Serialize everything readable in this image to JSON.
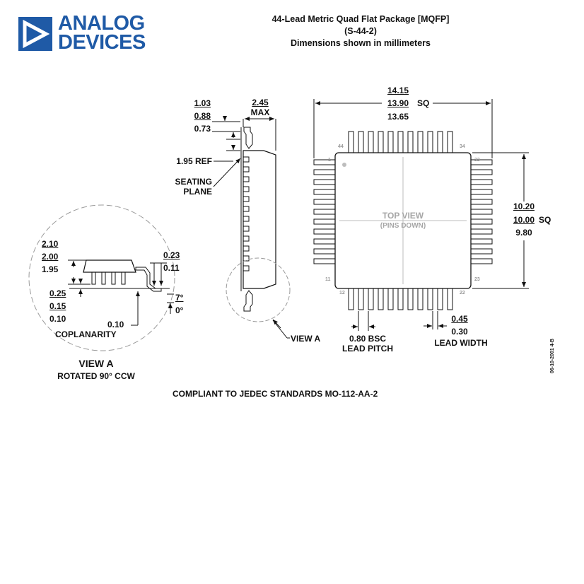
{
  "logo": {
    "line1": "ANALOG",
    "line2": "DEVICES"
  },
  "header": {
    "title": "44-Lead Metric Quad Flat Package [MQFP]",
    "code": "(S-44-2)",
    "units": "Dimensions shown in millimeters"
  },
  "side_view": {
    "dim_103": "1.03",
    "dim_088": "0.88",
    "dim_073": "0.73",
    "dim_245": "2.45",
    "dim_max": "MAX",
    "ref": "1.95 REF",
    "seating_1": "SEATING",
    "seating_2": "PLANE",
    "view_a": "VIEW A"
  },
  "top_view": {
    "dim_1415": "14.15",
    "dim_1390": "13.90",
    "dim_1365": "13.65",
    "sq": "SQ",
    "dim_1020": "10.20",
    "dim_1000": "10.00",
    "dim_980": "9.80",
    "sq2": "SQ",
    "label_1": "TOP VIEW",
    "label_2": "(PINS DOWN)",
    "pin_44": "44",
    "pin_34": "34",
    "pin_1": "1",
    "pin_33": "33",
    "pin_11": "11",
    "pin_23": "23",
    "pin_12": "12",
    "pin_22": "22",
    "pitch_1": "0.80 BSC",
    "pitch_2": "LEAD PITCH",
    "width_045": "0.45",
    "width_030": "0.30",
    "width_label": "LEAD WIDTH"
  },
  "view_a_detail": {
    "dim_210": "2.10",
    "dim_200": "2.00",
    "dim_195": "1.95",
    "dim_025": "0.25",
    "dim_015": "0.15",
    "dim_010": "0.10",
    "dim_023": "0.23",
    "dim_011": "0.11",
    "angle_7": "7°",
    "angle_0": "0°",
    "coplanarity_val": "0.10",
    "coplanarity": "COPLANARITY",
    "title": "VIEW A",
    "subtitle": "ROTATED 90° CCW"
  },
  "footer": {
    "compliance": "COMPLIANT TO JEDEC STANDARDS MO-112-AA-2"
  },
  "doc_id": "06-10-2001 4-B",
  "colors": {
    "brand": "#1f5aa6",
    "line": "#111111",
    "dash": "#9a9a9a",
    "muted": "#a6a6a6"
  }
}
